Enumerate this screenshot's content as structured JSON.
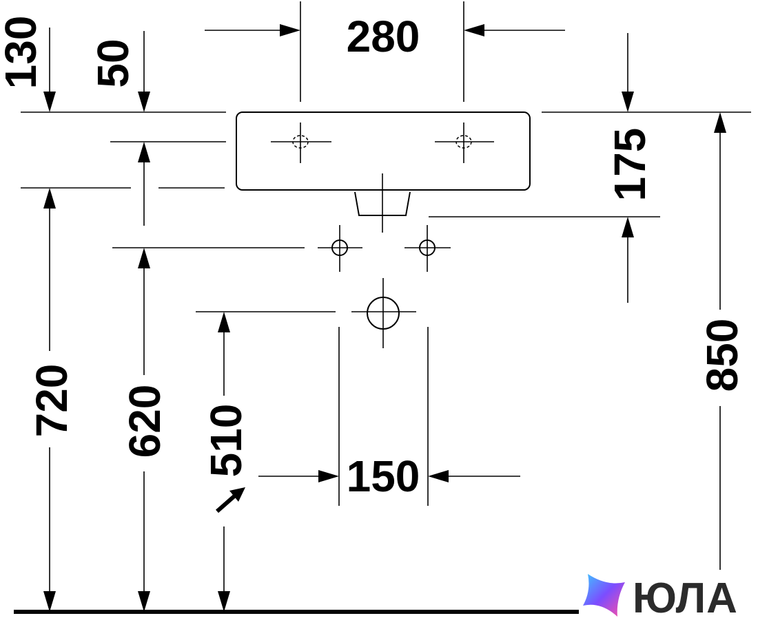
{
  "dimensions": {
    "width_280": "280",
    "offset_130": "130",
    "offset_50": "50",
    "height_175": "175",
    "height_850": "850",
    "height_720": "720",
    "height_620": "620",
    "height_510": "510",
    "width_150": "150"
  },
  "logo": {
    "text": "ЮЛА",
    "colors": [
      "#7b4dff",
      "#3ec6ff",
      "#ff4fa3"
    ]
  }
}
